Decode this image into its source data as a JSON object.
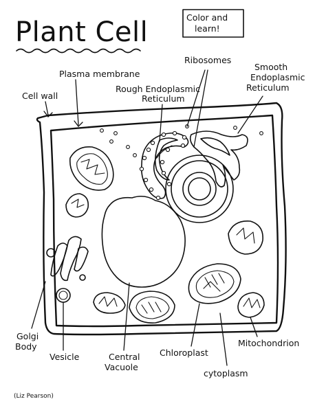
{
  "title": "Plant Cell",
  "badge": [
    "Color and",
    "learn!"
  ],
  "labels": {
    "plasma_membrane": "Plasma membrane",
    "cell_wall": "Cell wall",
    "ribosomes": "Ribosomes",
    "rough_er": [
      "Rough Endoplasmic",
      "Reticulum"
    ],
    "smooth_er": [
      "Smooth",
      "Endoplasmic",
      "Reticulum"
    ],
    "golgi_body": [
      "Golgi",
      "Body"
    ],
    "vesicle": "Vesicle",
    "central_vacuole": [
      "Central",
      "Vacuole"
    ],
    "chloroplast": "Chloroplast",
    "mitochondrion": "Mitochondrion",
    "cytoplasm": "cytoplasm"
  },
  "credit": "(Liz Pearson)"
}
